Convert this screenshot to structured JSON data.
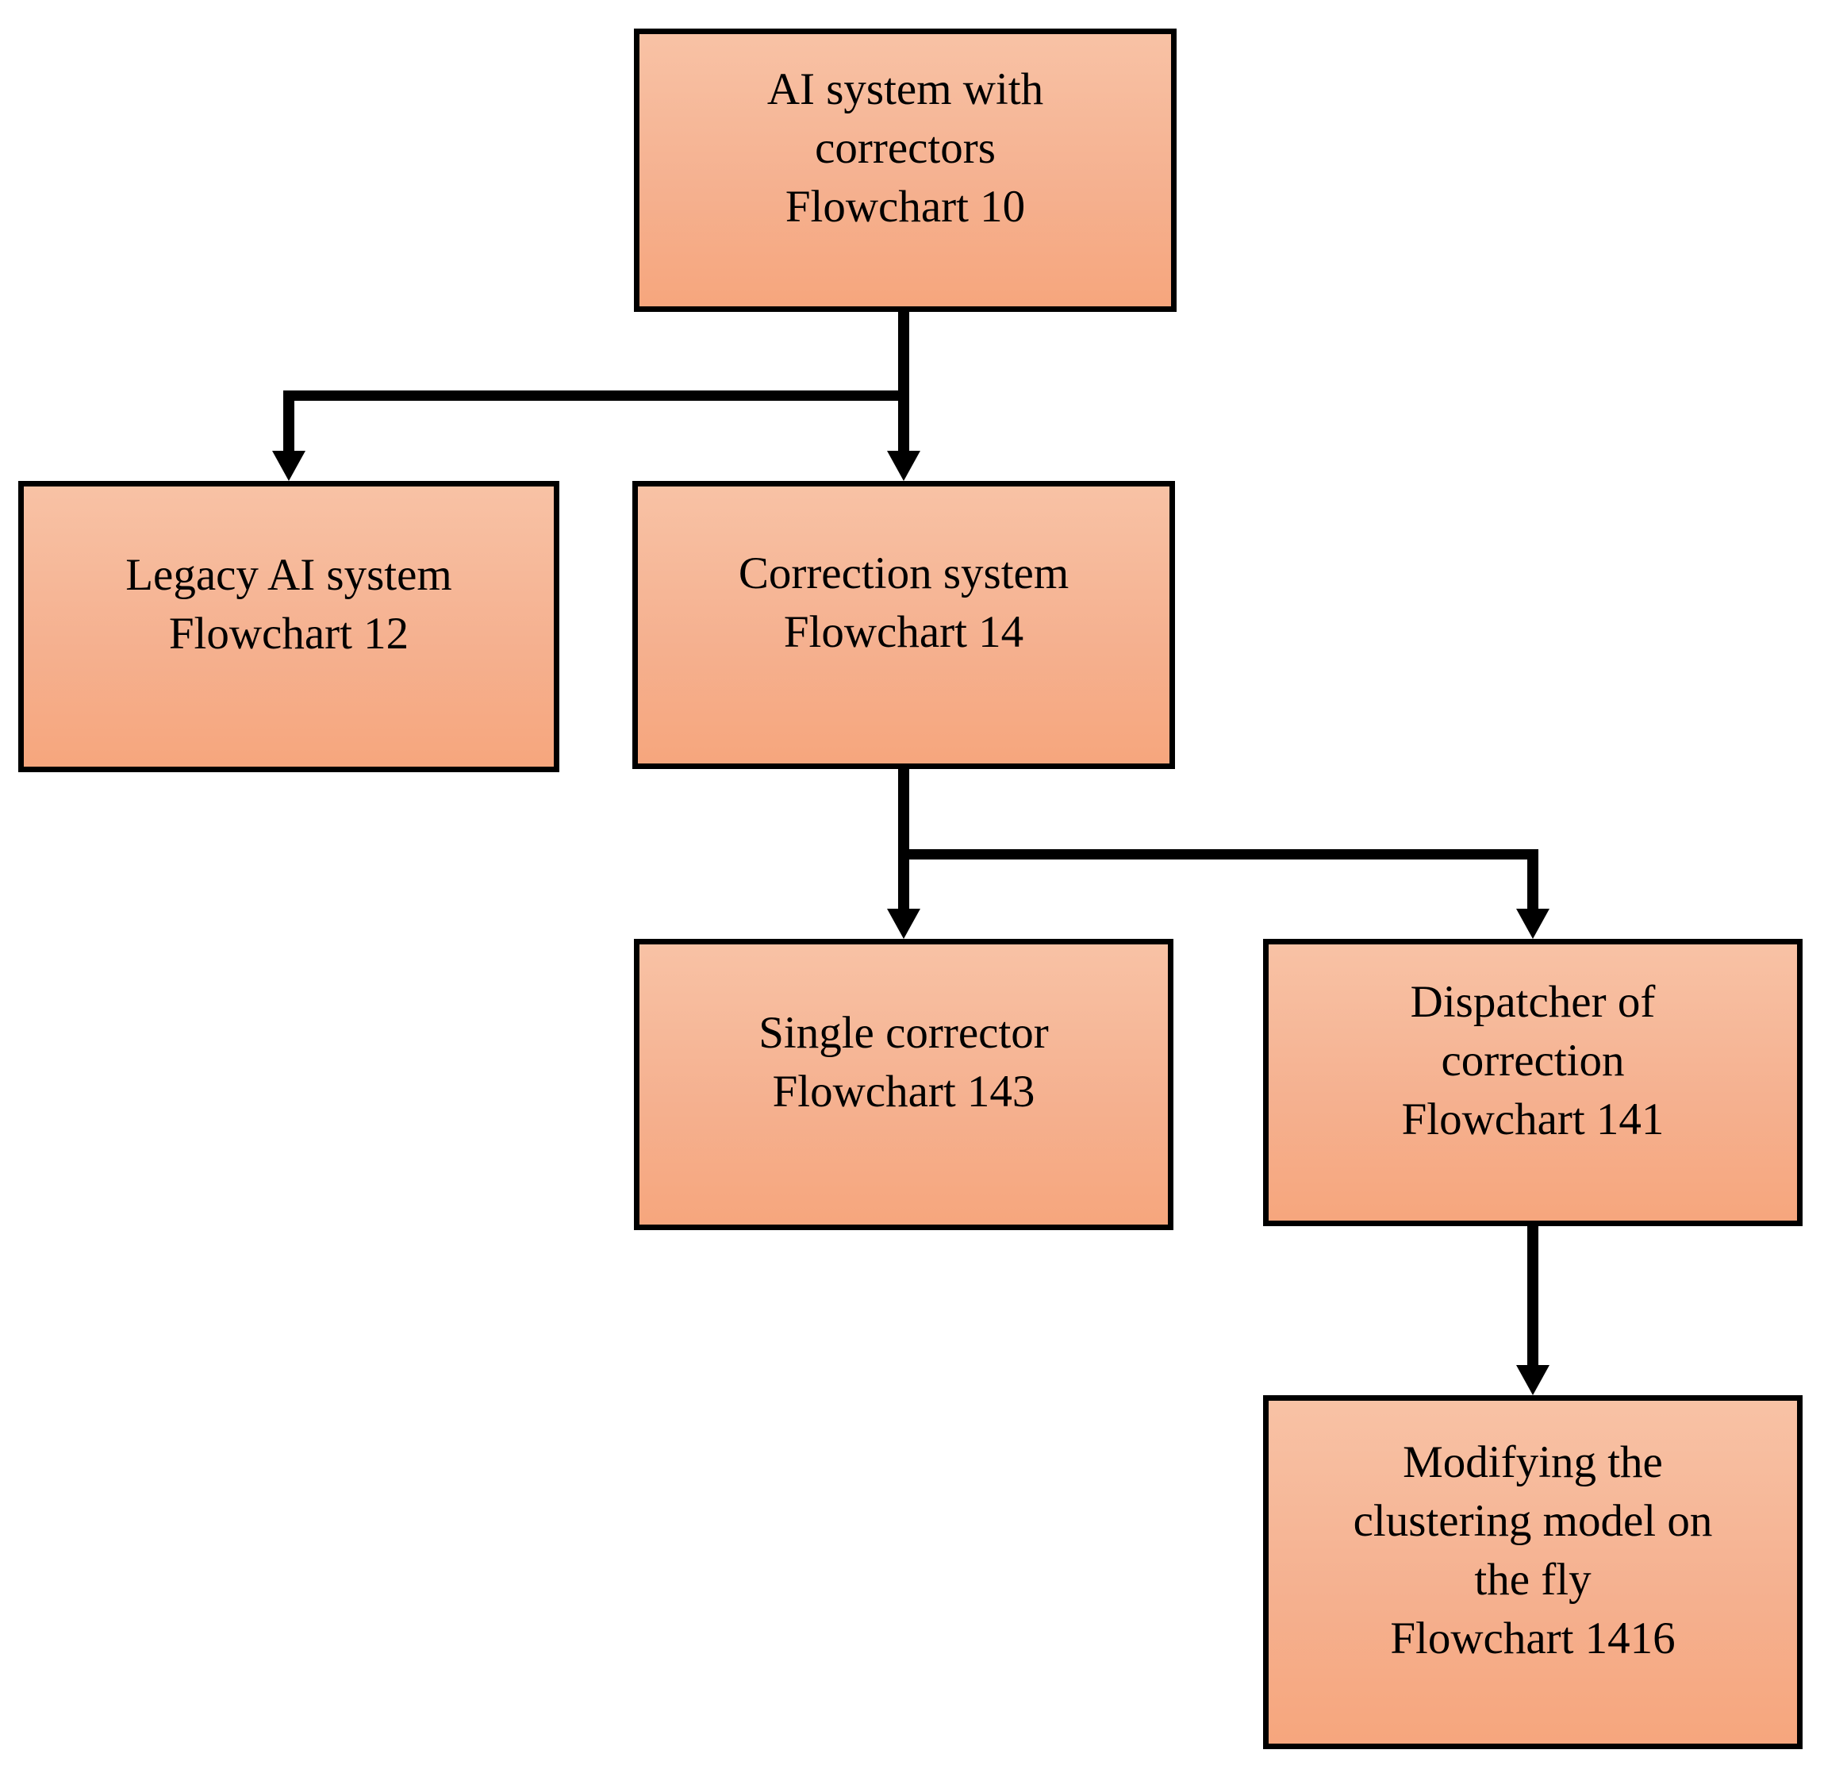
{
  "diagram": {
    "type": "flowchart",
    "background_color": "#ffffff",
    "node_fill_top_color": "#f8c2a5",
    "node_fill_bottom_color": "#f6a67d",
    "node_border_color": "#000000",
    "connector_color": "#000000",
    "text_color": "#000000"
  },
  "nodes": [
    {
      "id": "flowchart-10",
      "lines": [
        "AI system with",
        "correctors",
        "Flowchart 10"
      ]
    },
    {
      "id": "flowchart-12",
      "lines": [
        "Legacy AI system",
        "Flowchart 12"
      ]
    },
    {
      "id": "flowchart-14",
      "lines": [
        "Correction system",
        "Flowchart 14"
      ]
    },
    {
      "id": "flowchart-143",
      "lines": [
        "Single corrector",
        "Flowchart 143"
      ]
    },
    {
      "id": "flowchart-141",
      "lines": [
        "Dispatcher of",
        "correction",
        "Flowchart 141"
      ]
    },
    {
      "id": "flowchart-1416",
      "lines": [
        "Modifying the",
        "clustering model on",
        "the fly",
        "Flowchart 1416"
      ]
    }
  ],
  "edges": [
    {
      "from": "flowchart-10",
      "to": "flowchart-12"
    },
    {
      "from": "flowchart-10",
      "to": "flowchart-14"
    },
    {
      "from": "flowchart-14",
      "to": "flowchart-143"
    },
    {
      "from": "flowchart-14",
      "to": "flowchart-141"
    },
    {
      "from": "flowchart-141",
      "to": "flowchart-1416"
    }
  ]
}
